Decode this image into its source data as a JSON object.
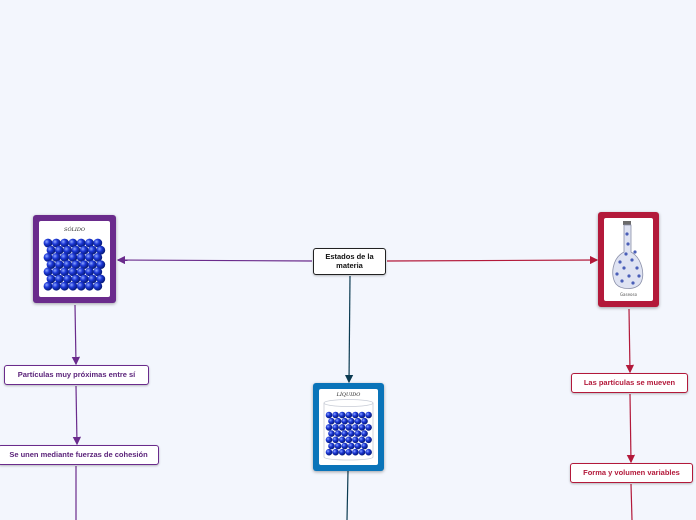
{
  "central": {
    "label": "Estados de la materia"
  },
  "solid": {
    "image_caption": "SÓLIDO",
    "nodes": [
      "Partículas muy próximas entre sí",
      "Se unen mediante fuerzas de cohesión"
    ],
    "color": "#6a2b8c"
  },
  "liquid": {
    "image_caption": "LÍQUIDO",
    "color": "#0a74b9"
  },
  "gas": {
    "image_caption": "Gaseoso",
    "nodes": [
      "Las partículas se mueven",
      "Forma y volumen variables"
    ],
    "color": "#b3193a"
  },
  "colors": {
    "central_line": "#0b3b52",
    "background": "#f3f6fd"
  }
}
